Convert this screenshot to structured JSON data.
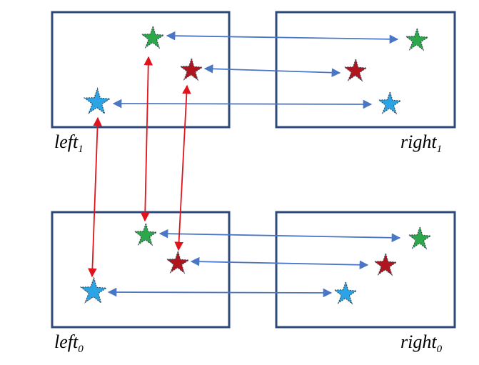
{
  "labels": {
    "left1": {
      "base": "left",
      "sub": "1"
    },
    "right1": {
      "base": "right",
      "sub": "1"
    },
    "left0": {
      "base": "left",
      "sub": "0"
    },
    "right0": {
      "base": "right",
      "sub": "0"
    }
  },
  "colors": {
    "frame": "#2e4a7d",
    "star_green": "#2ca84a",
    "star_red": "#b0141c",
    "star_blue": "#2aa4e4",
    "star_outline": "#3c4a5a",
    "arrow_blue": "#4a76c6",
    "arrow_red": "#e0141c"
  },
  "icons": {
    "star": "five-point-star",
    "arrow": "double-headed-arrow"
  }
}
